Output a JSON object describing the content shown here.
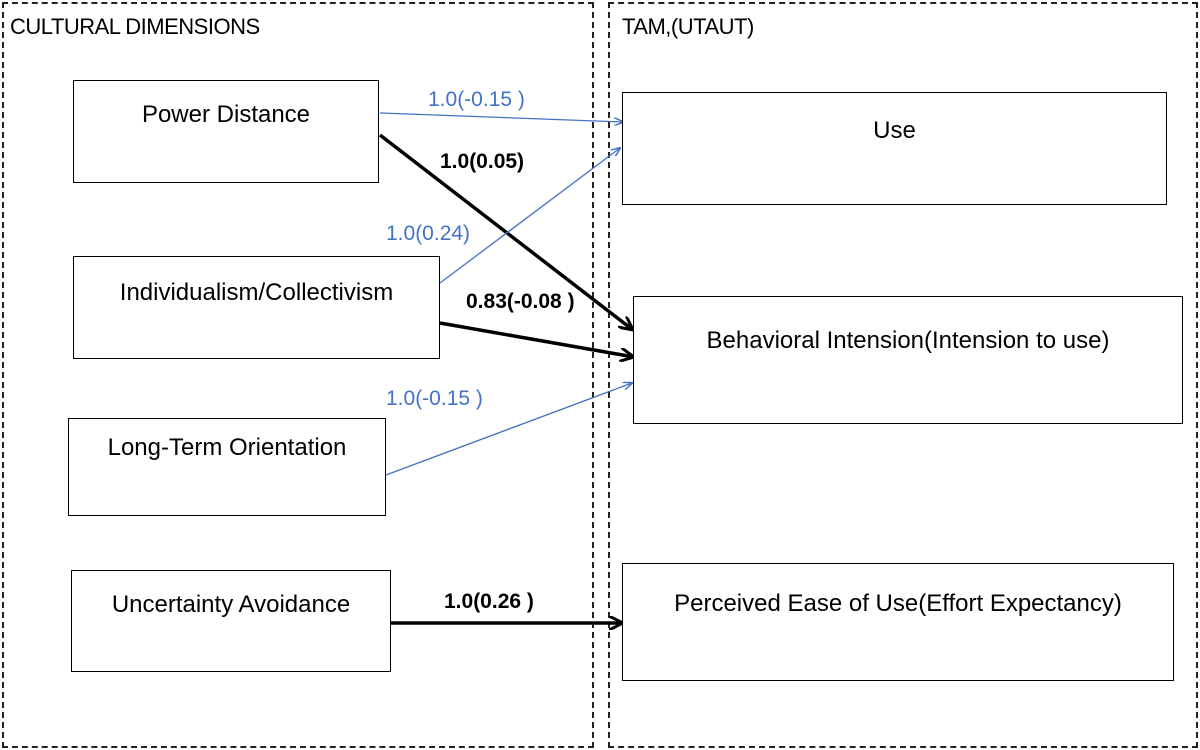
{
  "groups": {
    "cultural": "CULTURAL DIMENSIONS",
    "tam": "TAM,(UTAUT)"
  },
  "nodes": {
    "power_distance": "Power Distance",
    "individualism": "Individualism/Collectivism",
    "long_term": "Long-Term Orientation",
    "uncertainty": "Uncertainty Avoidance",
    "use": "Use",
    "behavioral_intension": "Behavioral Intension(Intension to use)",
    "ease_of_use": "Perceived Ease of Use(Effort Expectancy)"
  },
  "edges": [
    {
      "from": "Power Distance",
      "to": "Use",
      "label": "1.0(-0.15 )",
      "style": "thin-blue"
    },
    {
      "from": "Power Distance",
      "to": "Behavioral Intension(Intension to use)",
      "label": "1.0(0.05)",
      "style": "bold-black"
    },
    {
      "from": "Individualism/Collectivism",
      "to": "Use",
      "label": "1.0(0.24)",
      "style": "thin-blue"
    },
    {
      "from": "Individualism/Collectivism",
      "to": "Behavioral Intension(Intension to use)",
      "label": "0.83(-0.08 )",
      "style": "bold-black"
    },
    {
      "from": "Long-Term Orientation",
      "to": "Behavioral Intension(Intension to use)",
      "label": "1.0(-0.15 )",
      "style": "thin-blue"
    },
    {
      "from": "Uncertainty Avoidance",
      "to": "Perceived Ease of Use(Effort Expectancy)",
      "label": "1.0(0.26 )",
      "style": "bold-black"
    }
  ],
  "colors": {
    "thin_edge": "#4472C4",
    "bold_edge": "#000000"
  }
}
